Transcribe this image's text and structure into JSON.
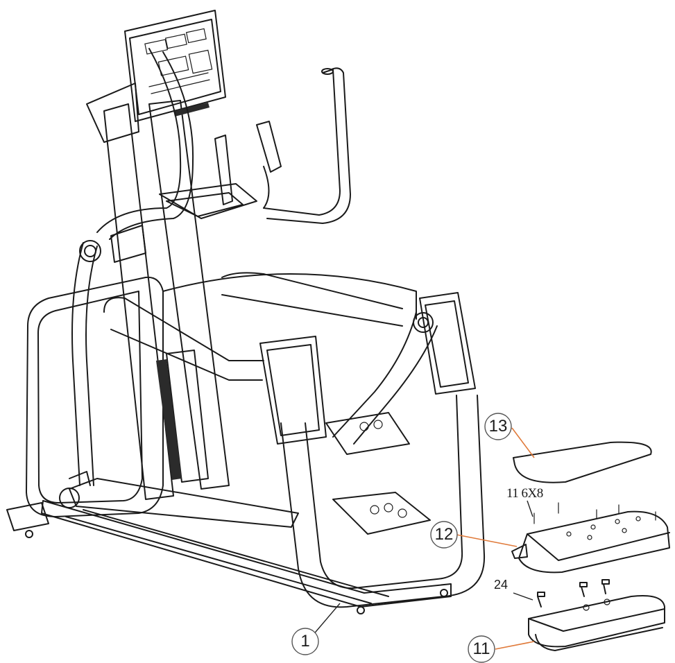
{
  "diagram": {
    "callouts": [
      {
        "id": "c1",
        "label": "1"
      },
      {
        "id": "c11",
        "label": "11"
      },
      {
        "id": "c12",
        "label": "12"
      },
      {
        "id": "c13",
        "label": "13"
      }
    ],
    "plain_labels": {
      "screw_spec": "11 6X8",
      "part_24": "24"
    }
  }
}
